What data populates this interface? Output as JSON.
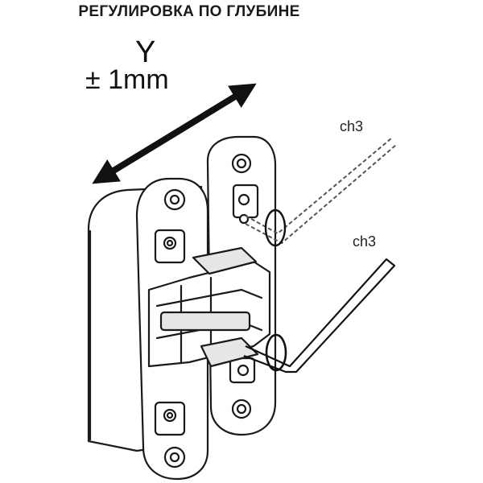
{
  "title": "РЕГУЛИРОВКА ПО ГЛУБИНЕ",
  "axis": "Y",
  "tolerance": "± 1mm",
  "tool_top": "ch3",
  "tool_bottom": "ch3",
  "icons": [
    "double-arrow-icon",
    "hinge-icon",
    "hex-key-icon"
  ],
  "colors": {
    "line": "#1a1a1a",
    "fill": "#ffffff",
    "shade": "#e6e6e6"
  }
}
